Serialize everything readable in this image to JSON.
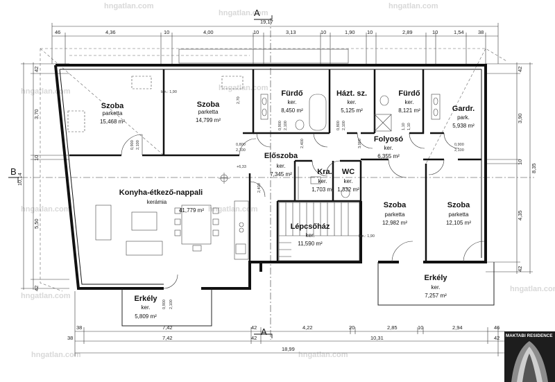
{
  "watermark": "hngatlan.com",
  "section_marks": {
    "a_top": "A",
    "a_bottom": "A",
    "b_left": "B"
  },
  "top_dims": {
    "overall": "19,17",
    "segments": [
      "46",
      "4,36",
      "10",
      "4,00",
      "10",
      "3,13",
      "10",
      "1,90",
      "10",
      "2,89",
      "10",
      "1,54",
      "38"
    ]
  },
  "bottom_dims": {
    "row1": [
      "38",
      "7,42",
      "42",
      "4,22",
      "20",
      "2,85",
      "10",
      "2,94",
      "46"
    ],
    "row2": [
      "38",
      "7,42",
      "42",
      "10,31",
      "42"
    ],
    "overall": "18,99"
  },
  "left_dims": {
    "segments": [
      "42",
      "3,70",
      "10",
      "5,50",
      "42"
    ],
    "overall": "10,14"
  },
  "right_dims": {
    "segments": [
      "42",
      "3,90",
      "10",
      "4,35",
      "42"
    ],
    "overall": "8,35"
  },
  "rooms": [
    {
      "name": "Szoba",
      "floor": "parketta",
      "area": "15,468 m²"
    },
    {
      "name": "Szoba",
      "floor": "parketta",
      "area": "14,799 m²"
    },
    {
      "name": "Fürdő",
      "floor": "ker.",
      "area": "8,450 m²"
    },
    {
      "name": "Házt. sz.",
      "floor": "ker.",
      "area": "5,125 m²"
    },
    {
      "name": "Fürdő",
      "floor": "ker.",
      "area": "8,121 m²"
    },
    {
      "name": "Gardr.",
      "floor": "park.",
      "area": "5,938 m²"
    },
    {
      "name": "Folyosó",
      "floor": "ker.",
      "area": "6,355 m²"
    },
    {
      "name": "Előszoba",
      "floor": "ker.",
      "area": "7,345 m²"
    },
    {
      "name": "Kra.",
      "floor": "ker.",
      "area": "1,703 m²"
    },
    {
      "name": "WC",
      "floor": "ker.",
      "area": "1,332 m²"
    },
    {
      "name": "Konyha-étkező-nappali",
      "floor": "kerámia",
      "area": "41,779 m²"
    },
    {
      "name": "Lépcsőház",
      "floor": "ker.",
      "area": "11,590 m²"
    },
    {
      "name": "Szoba",
      "floor": "parketta",
      "area": "12,982 m²"
    },
    {
      "name": "Szoba",
      "floor": "parketta",
      "area": "12,105 m²"
    },
    {
      "name": "Erkély",
      "floor": "ker.",
      "area": "5,809 m²"
    },
    {
      "name": "Erkély",
      "floor": "ker.",
      "area": "7,257 m²"
    }
  ],
  "annotations": {
    "ceiling_1": "bm.: 1,90",
    "ceiling_2": "bm.: 1,90",
    "level": "+6,33",
    "h_270": "2,70"
  },
  "opening_labels": [
    "0,900",
    "2,100",
    "0,800",
    "2,100",
    "0,900",
    "2,100",
    "0,800",
    "2,100",
    "1,10",
    "1,10",
    "2,400",
    "3,000",
    "2,400",
    "0,900",
    "2,100",
    "0,900",
    "2,100"
  ],
  "brand": "MAKTABI RESIDENCE"
}
